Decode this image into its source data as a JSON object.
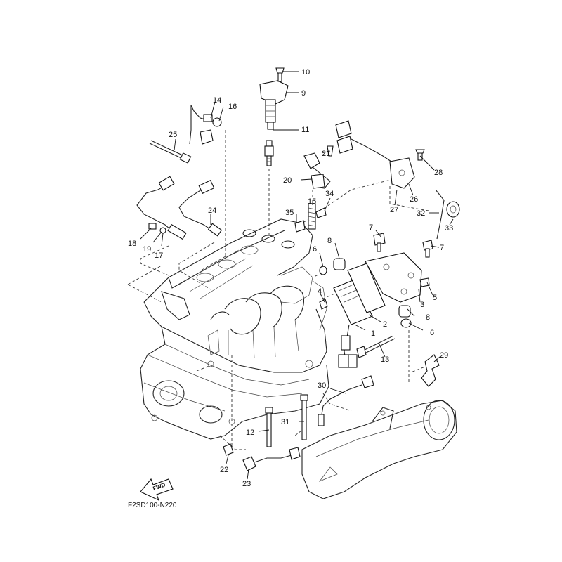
{
  "diagram_code": "F2SD100-N220",
  "fwd_label": "FWD",
  "callouts": [
    {
      "id": "c1",
      "label": "1"
    },
    {
      "id": "c2",
      "label": "2"
    },
    {
      "id": "c3",
      "label": "3"
    },
    {
      "id": "c4",
      "label": "4"
    },
    {
      "id": "c5",
      "label": "5"
    },
    {
      "id": "c6a",
      "label": "6"
    },
    {
      "id": "c6b",
      "label": "6"
    },
    {
      "id": "c7a",
      "label": "7"
    },
    {
      "id": "c7b",
      "label": "7"
    },
    {
      "id": "c8a",
      "label": "8"
    },
    {
      "id": "c8b",
      "label": "8"
    },
    {
      "id": "c9",
      "label": "9"
    },
    {
      "id": "c10",
      "label": "10"
    },
    {
      "id": "c11",
      "label": "11"
    },
    {
      "id": "c13",
      "label": "13"
    },
    {
      "id": "c14",
      "label": "14"
    },
    {
      "id": "c15",
      "label": "15"
    },
    {
      "id": "c16",
      "label": "16"
    },
    {
      "id": "c17",
      "label": "17"
    },
    {
      "id": "c18",
      "label": "18"
    },
    {
      "id": "c19",
      "label": "19"
    },
    {
      "id": "c20",
      "label": "20"
    },
    {
      "id": "c21",
      "label": "21"
    },
    {
      "id": "c22",
      "label": "22"
    },
    {
      "id": "c23",
      "label": "23"
    },
    {
      "id": "c24",
      "label": "24"
    },
    {
      "id": "c25",
      "label": "25"
    },
    {
      "id": "c26",
      "label": "26"
    },
    {
      "id": "c27",
      "label": "27"
    },
    {
      "id": "c28",
      "label": "28"
    },
    {
      "id": "c29",
      "label": "29"
    },
    {
      "id": "c30",
      "label": "30"
    },
    {
      "id": "c31",
      "label": "31"
    },
    {
      "id": "c32",
      "label": "32"
    },
    {
      "id": "c33",
      "label": "33"
    },
    {
      "id": "c34",
      "label": "34"
    },
    {
      "id": "c35",
      "label": "35"
    },
    {
      "id": "c12",
      "label": "12"
    }
  ]
}
